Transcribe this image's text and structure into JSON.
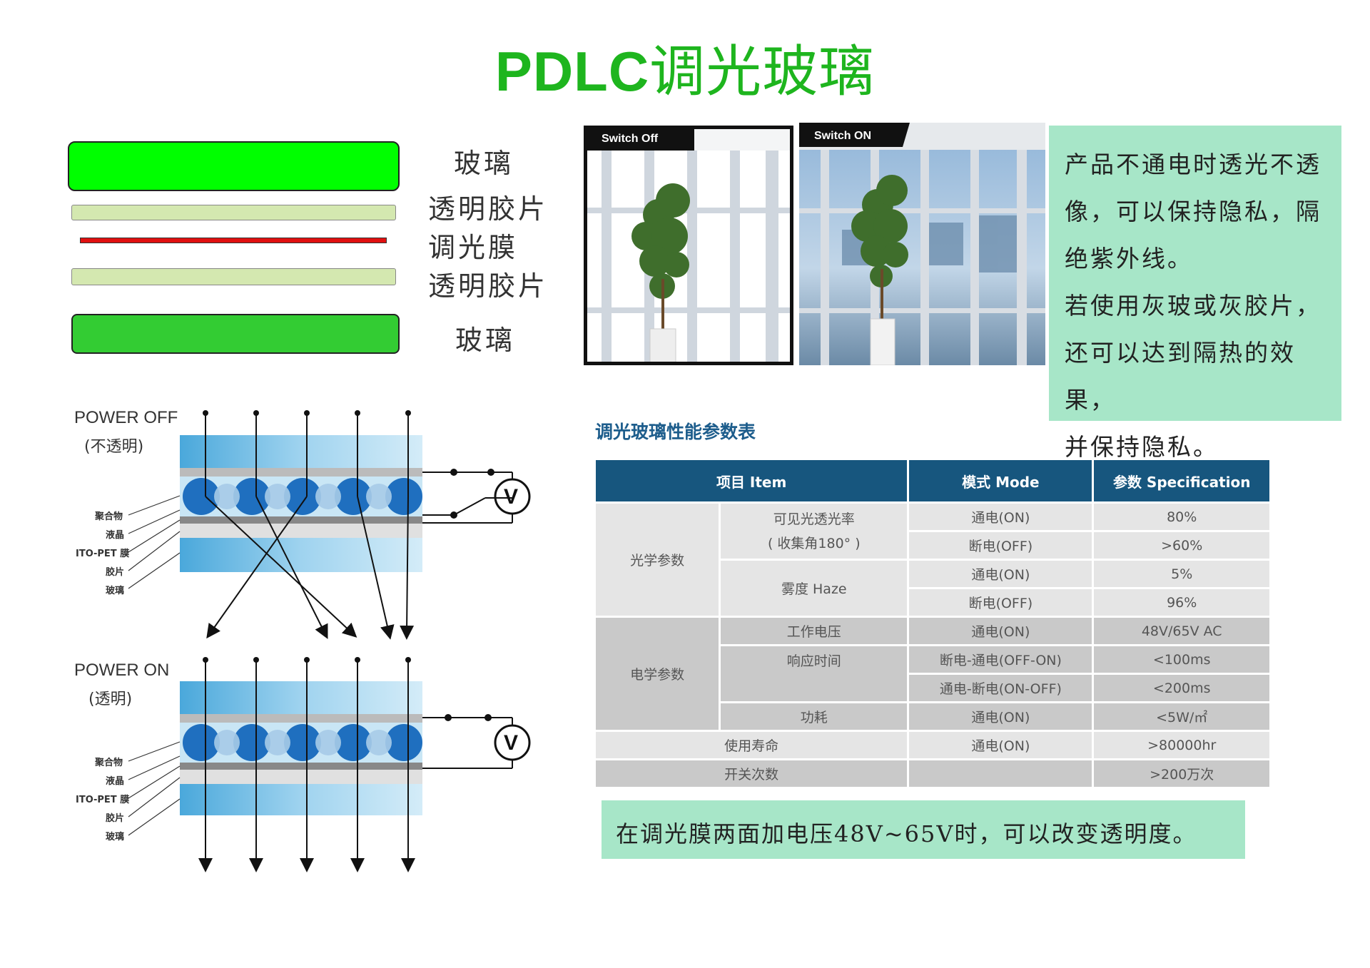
{
  "title": {
    "latin": "PDLC",
    "cjk": "调光玻璃"
  },
  "layers": {
    "glass_top": "玻璃",
    "film_top": "透明胶片",
    "pdlc": "调光膜",
    "film_bottom": "透明胶片",
    "glass_bottom": "玻璃",
    "colors": {
      "glass_top": "#00ff00",
      "film": "#d4e8b0",
      "pdlc": "#e01010",
      "glass_bottom": "#33cc33"
    }
  },
  "photos": {
    "off_label": "Switch Off",
    "on_label": "Switch ON"
  },
  "note_top": {
    "lines": [
      "产品不通电时透光不透",
      "像，可以保持隐私，隔",
      "绝紫外线。",
      "若使用灰玻或灰胶片，",
      "还可以达到隔热的效果，",
      "并保持隐私。"
    ]
  },
  "diagram": {
    "off_title": "POWER OFF",
    "off_sub": "(不透明)",
    "on_title": "POWER ON",
    "on_sub": "(透明)",
    "labels": [
      "聚合物",
      "液晶",
      "ITO-PET 膜",
      "胶片",
      "玻璃"
    ],
    "voltmeter": "V"
  },
  "table": {
    "caption": "调光玻璃性能参数表",
    "headers": [
      "项目 Item",
      "模式 Mode",
      "参数 Specification"
    ],
    "groups": {
      "optical": "光学参数",
      "electrical": "电学参数"
    },
    "items": {
      "transmittance_1": "可见光透光率",
      "transmittance_2": "( 收集角180°  )",
      "haze": "雾度 Haze",
      "voltage": "工作电压",
      "response": "响应时间",
      "power": "功耗",
      "life": "使用寿命",
      "cycles": "开关次数"
    },
    "modes": {
      "on": "通电(ON)",
      "off": "断电(OFF)",
      "off_on": "断电-通电(OFF-ON)",
      "on_off": "通电-断电(ON-OFF)"
    },
    "values": {
      "trans_on": "80%",
      "trans_off": ">60%",
      "haze_on": "5%",
      "haze_off": "96%",
      "voltage": "48V/65V AC",
      "resp_off_on": "<100ms",
      "resp_on_off": "<200ms",
      "power": "<5W/㎡",
      "life": ">80000hr",
      "cycles": ">200万次"
    }
  },
  "note_bottom": "在调光膜两面加电压48V~65V时，可以改变透明度。"
}
